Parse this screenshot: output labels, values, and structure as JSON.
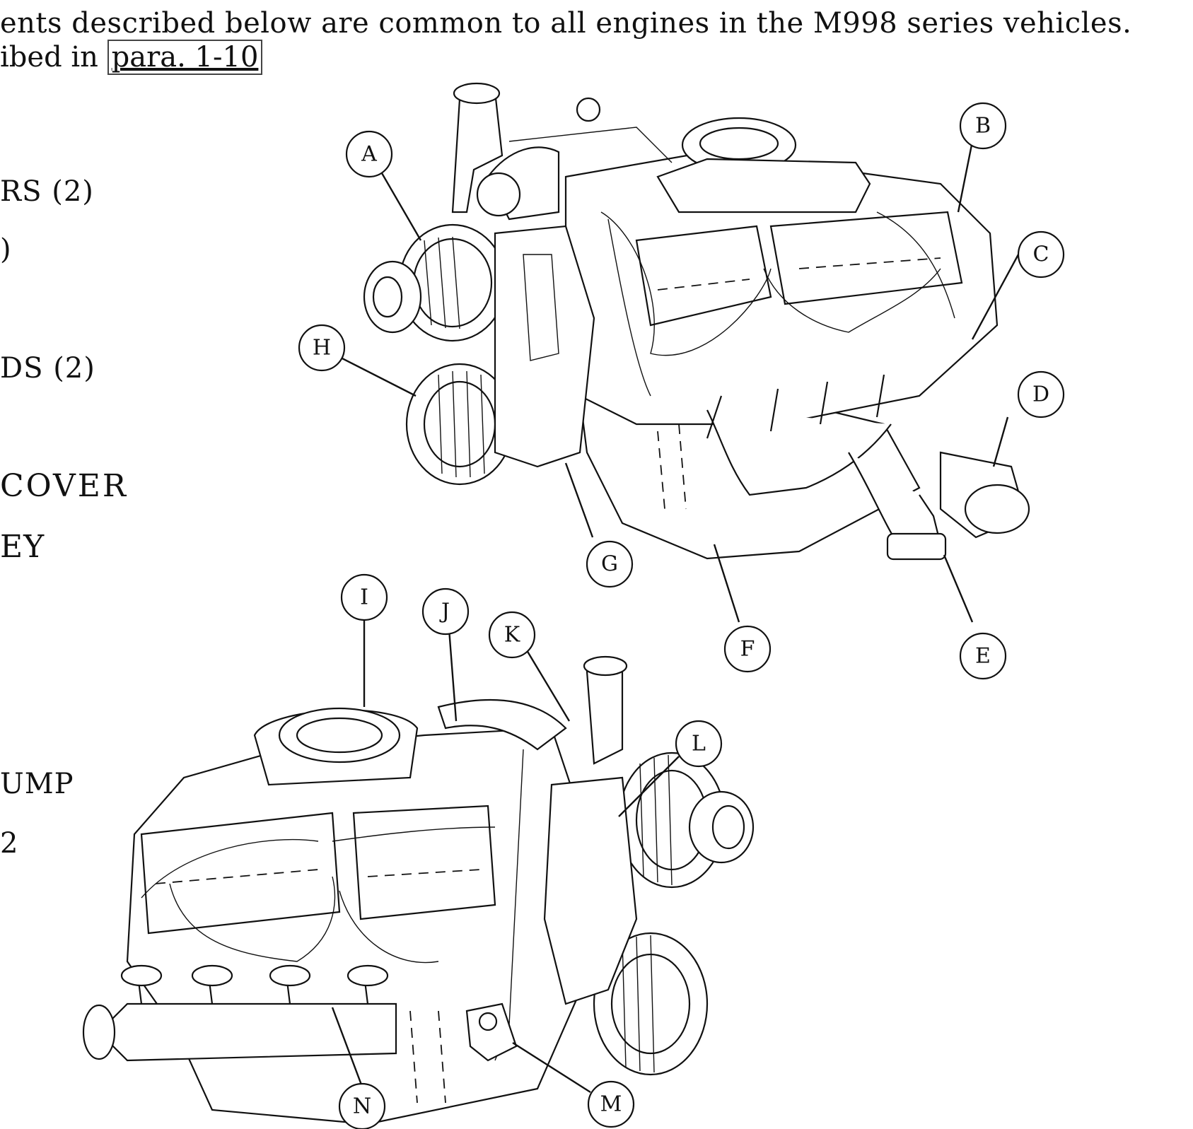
{
  "intro": {
    "line1": "ents described below are common to all engines in the M998 series vehicles.",
    "line2_prefix": "ibed in",
    "para_ref": "para. 1-10"
  },
  "legend_fragments": [
    "RS (2)",
    ")",
    "DS (2)",
    "COVER",
    "EY",
    "UMP",
    "2"
  ],
  "callouts": [
    "A",
    "B",
    "C",
    "D",
    "E",
    "F",
    "G",
    "H",
    "I",
    "J",
    "K",
    "L",
    "M",
    "N"
  ]
}
